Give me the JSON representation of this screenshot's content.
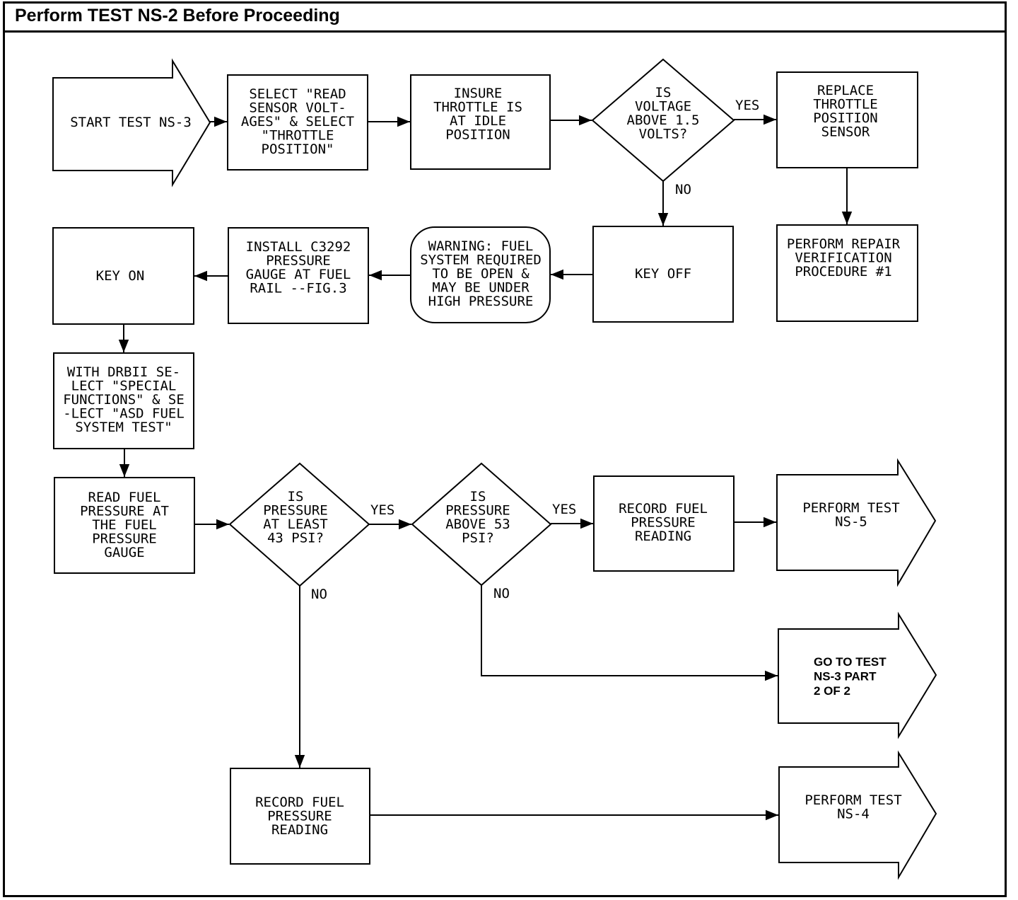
{
  "header": {
    "title": "Perform TEST NS-2 Before Proceeding"
  },
  "nodes": {
    "start": [
      "START TEST NS-3"
    ],
    "select_read": [
      "SELECT \"READ",
      "SENSOR VOLT-",
      "AGES\" & SELECT",
      "\"THROTTLE",
      "POSITION\""
    ],
    "insure_throttle": [
      "INSURE",
      "THROTTLE IS",
      "AT IDLE",
      "POSITION"
    ],
    "voltage_decision": [
      "IS",
      "VOLTAGE",
      "ABOVE 1.5",
      "VOLTS?"
    ],
    "replace_tps": [
      "REPLACE",
      "THROTTLE",
      "POSITION",
      "SENSOR"
    ],
    "perform_repair": [
      "PERFORM REPAIR",
      "VERIFICATION",
      "PROCEDURE #1"
    ],
    "key_off": [
      "KEY OFF"
    ],
    "warning": [
      "WARNING: FUEL",
      "SYSTEM REQUIRED",
      "TO BE OPEN &",
      "MAY BE UNDER",
      "HIGH PRESSURE"
    ],
    "install_gauge": [
      "INSTALL C3292",
      "PRESSURE",
      "GAUGE AT FUEL",
      "RAIL --FIG.3"
    ],
    "key_on": [
      "KEY ON"
    ],
    "drbii": [
      "WITH DRBII SE-",
      "LECT \"SPECIAL",
      "FUNCTIONS\" & SE",
      "-LECT \"ASD FUEL",
      "SYSTEM TEST\""
    ],
    "read_pressure": [
      "READ FUEL",
      "PRESSURE AT",
      "THE FUEL",
      "PRESSURE",
      "GAUGE"
    ],
    "pressure_43": [
      "IS",
      "PRESSURE",
      "AT LEAST",
      "43 PSI?"
    ],
    "pressure_53": [
      "IS",
      "PRESSURE",
      "ABOVE 53",
      "PSI?"
    ],
    "record_upper": [
      "RECORD FUEL",
      "PRESSURE",
      "READING"
    ],
    "perform_ns5": [
      "PERFORM TEST",
      "NS-5"
    ],
    "goto_ns3": [
      "GO TO TEST",
      "NS-3 PART",
      "2 OF 2"
    ],
    "record_lower": [
      "RECORD FUEL",
      "PRESSURE",
      "READING"
    ],
    "perform_ns4": [
      "PERFORM TEST",
      "NS-4"
    ]
  },
  "edge_labels": {
    "yes": "YES",
    "no": "NO"
  }
}
